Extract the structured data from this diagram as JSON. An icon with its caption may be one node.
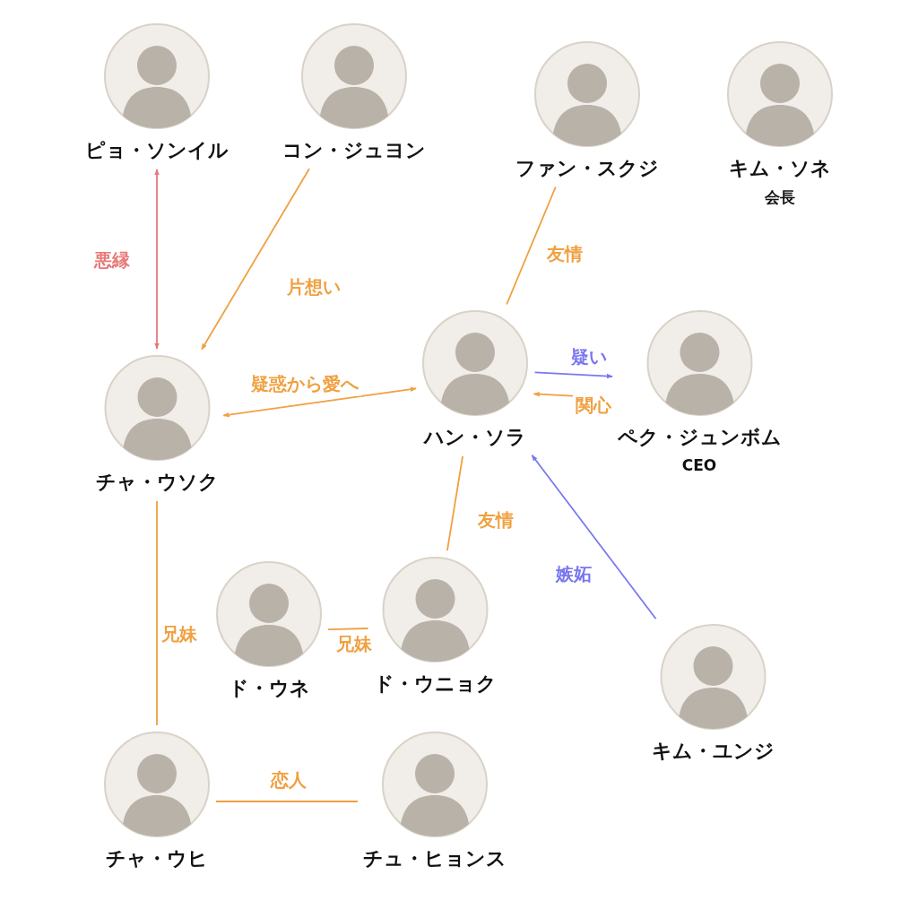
{
  "diagram": {
    "nodes": [
      {
        "text": [
          "ピョ・ソンイル"
        ]
      },
      {
        "text": [
          "コン・ジュヨン"
        ]
      },
      {
        "text": [
          "ファン・スクジ"
        ]
      },
      {
        "text": [
          "キム・ソネ"
        ],
        "beside": [
          "会長"
        ]
      },
      {
        "text": [
          "チャ・ウソク"
        ]
      },
      {
        "text": [
          "ハン・ソラ"
        ]
      },
      {
        "text": [
          "ペク・ジュンボム"
        ],
        "beside": [
          "CEO"
        ]
      },
      {
        "text": [
          "ド・ウネ"
        ]
      },
      {
        "text": [
          "ド・ウニョク"
        ]
      },
      {
        "text": [
          "キム・ユンジ"
        ]
      },
      {
        "text": [
          "チャ・ウヒ"
        ]
      },
      {
        "text": [
          "チュ・ヒョンス"
        ]
      }
    ],
    "edges": [
      {
        "from": 0,
        "to": 4,
        "arrow": "both",
        "label": "悪縁",
        "color": "#e87878"
      },
      {
        "from": 1,
        "to": 4,
        "arrow": "to",
        "label": "片想い"
      },
      {
        "from": 2,
        "to": 5,
        "arrow": "none",
        "label": "友情"
      },
      {
        "from": 5,
        "to": 6,
        "arrow": "to",
        "label": "疑い",
        "color": "#7878f0"
      },
      {
        "from": 6,
        "to": 5,
        "arrow": "to",
        "label": "関心"
      },
      {
        "from": 4,
        "to": 5,
        "arrow": "both",
        "label": "疑惑から愛へ"
      },
      {
        "from": 8,
        "to": 5,
        "arrow": "none",
        "label": "友情"
      },
      {
        "from": 4,
        "to": 10,
        "arrow": "none",
        "label": "兄妹"
      },
      {
        "from": 7,
        "to": 8,
        "arrow": "none",
        "label": "兄妹"
      },
      {
        "from": 9,
        "to": 5,
        "arrow": "to",
        "label": "嫉妬",
        "color": "#7878f0"
      },
      {
        "from": 10,
        "to": 11,
        "arrow": "none",
        "label": "恋人"
      }
    ]
  }
}
